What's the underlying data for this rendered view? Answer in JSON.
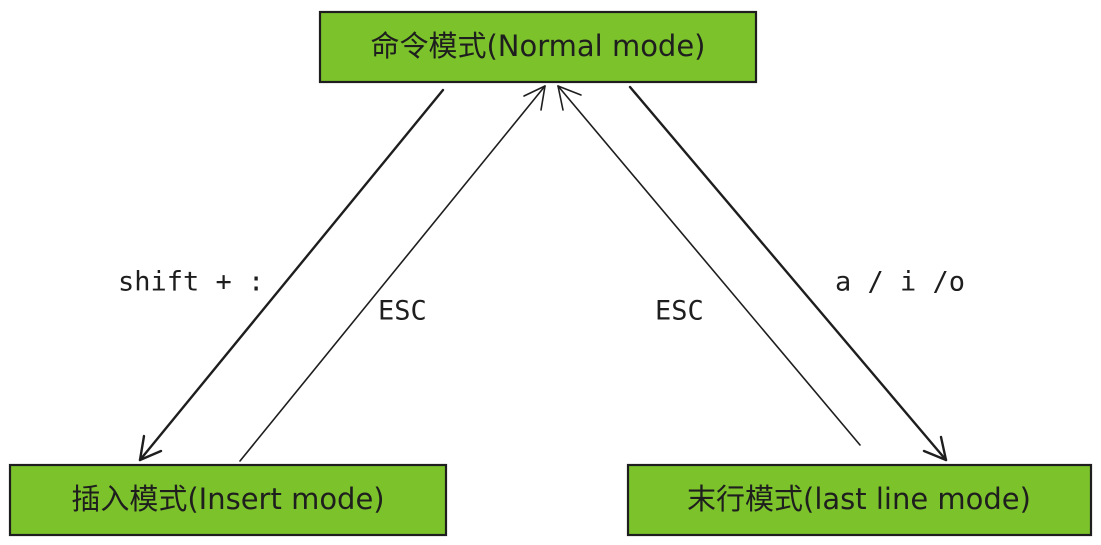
{
  "nodes": {
    "normal": "命令模式(Normal mode)",
    "insert": "插入模式(Insert mode)",
    "lastline": "末行模式(last line mode)"
  },
  "edges": {
    "normal_to_insert": "shift + :",
    "insert_to_normal": "ESC",
    "lastline_to_normal": "ESC",
    "normal_to_lastline": "a / i /o"
  },
  "colors": {
    "node_fill": "#7cc22b",
    "stroke": "#1e1e1e"
  }
}
